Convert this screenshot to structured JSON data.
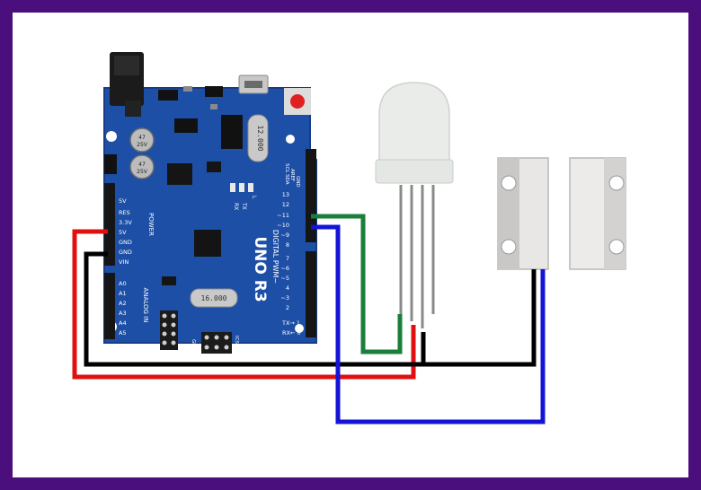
{
  "colors": {
    "frame": "#4b0f7d",
    "board": "#1d4fa6",
    "board_edge": "#163d86",
    "header": "#151515",
    "wire_red": "#e01010",
    "wire_black": "#000000",
    "wire_green": "#1a7f3a",
    "wire_blue": "#1414d8",
    "led_body": "#e9ece9",
    "sensor_body": "#ecebea"
  },
  "board": {
    "model_line1": "UNO R3",
    "digital_label": "DIGITAL PWM~",
    "power_label": "POWER",
    "analog_label": "ANALOG IN",
    "crystal_top": "12.000",
    "crystal_bottom": "16.000",
    "cap_text": "25V",
    "cap_line1": "47",
    "cap_line2": "25V",
    "scl_sda": "SCL SDA",
    "aref": "AREF",
    "gnd": "GND",
    "tx_label": "TX",
    "rx_label": "RX",
    "tx_arrow": "TX→ 1",
    "rx_arrow": "RX← 0",
    "l_label": "L",
    "power_pins": [
      "5V",
      "RES",
      "3.3V",
      "5V",
      "GND",
      "GND",
      "VIN"
    ],
    "analog_pins": [
      "A0",
      "A1",
      "A2",
      "A3",
      "A4",
      "A5"
    ],
    "digital_pins": [
      "13",
      "12",
      "~11",
      "~10",
      "~9",
      "8",
      "7",
      "~6",
      "~5",
      "4",
      "~3",
      "2"
    ],
    "small_labels": [
      "SCL",
      "SDA",
      "5V",
      "GND",
      "RX",
      "TX",
      "ICSP"
    ]
  }
}
